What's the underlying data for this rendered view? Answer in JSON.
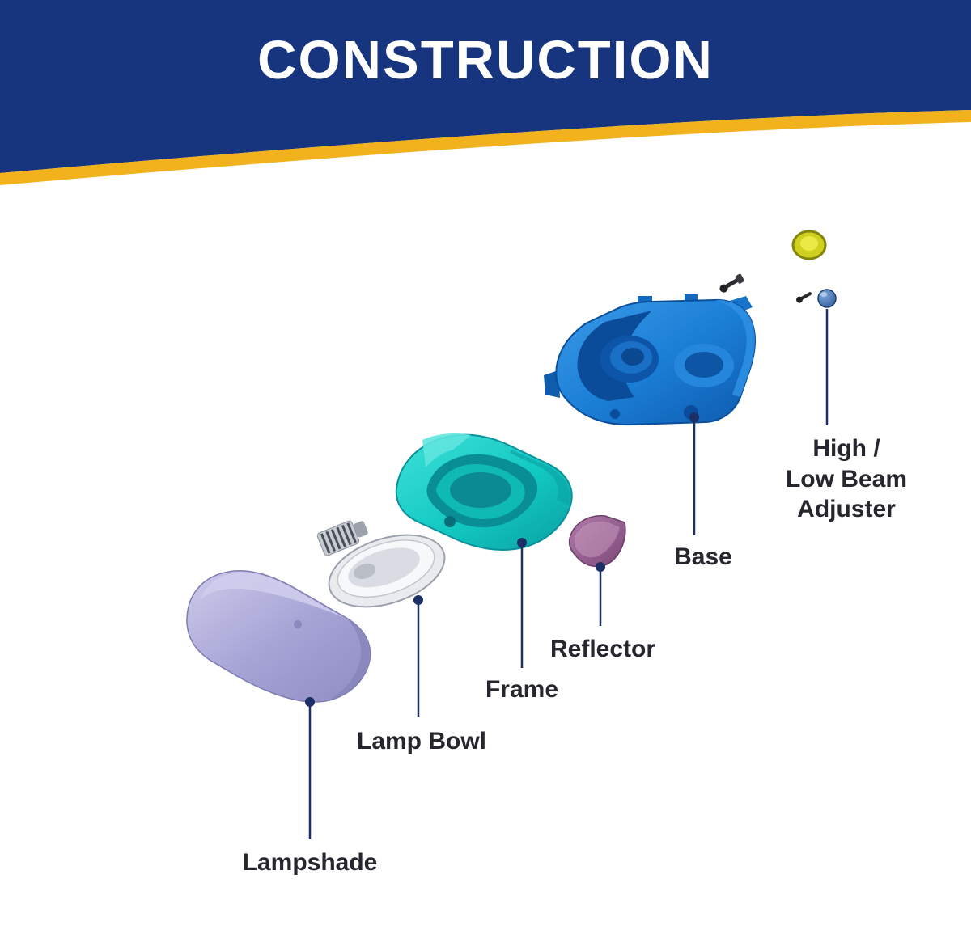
{
  "header": {
    "title": "CONSTRUCTION"
  },
  "colors": {
    "background": "#FFFFFF",
    "header_bg": "#16357E",
    "stripe": "#F2B21E",
    "title_text": "#FFFFFF",
    "label_text": "#26262E",
    "leader_line": "#1C2F66"
  },
  "parts": {
    "lampshade": {
      "label": "Lampshade",
      "color": "#A7A5D6"
    },
    "lamp_bowl": {
      "label": "Lamp Bowl",
      "color": "#ECEEF2"
    },
    "frame": {
      "label": "Frame",
      "color": "#12C9C2"
    },
    "reflector": {
      "label": "Reflector",
      "color": "#9A5F92"
    },
    "base": {
      "label": "Base",
      "color": "#1B7FD6"
    },
    "adjuster": {
      "label": "High /\nLow Beam Adjuster",
      "color": "#3C6FB0"
    },
    "cap": {
      "color": "#CFD01F"
    },
    "screws": {
      "color": "#2B2B30"
    }
  }
}
